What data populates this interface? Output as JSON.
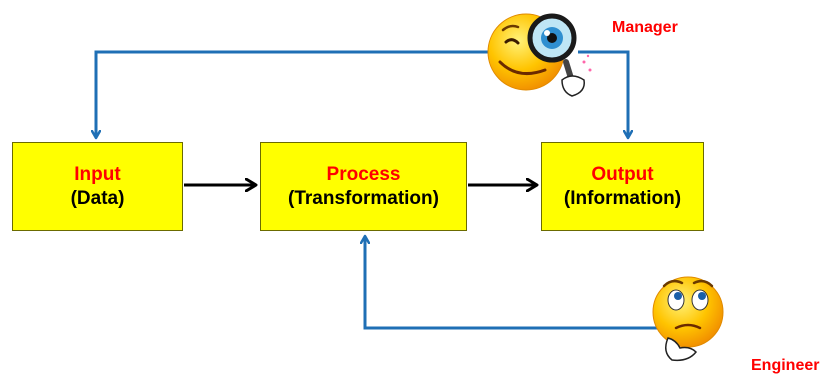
{
  "boxes": {
    "input": {
      "title": "Input",
      "subtitle": "(Data)"
    },
    "process": {
      "title": "Process",
      "subtitle": "(Transformation)"
    },
    "output": {
      "title": "Output",
      "subtitle": "(Information)"
    }
  },
  "roles": {
    "manager": "Manager",
    "engineer": "Engineer"
  },
  "icons": {
    "manager": "smiley-with-magnifying-glass-icon",
    "engineer": "thinking-smiley-icon"
  },
  "colors": {
    "box_fill": "#ffff00",
    "title_text": "#ff0000",
    "flow_arrow": "#000000",
    "feedback_arrow": "#1f6fb5",
    "smiley_face": "#ffc400"
  }
}
